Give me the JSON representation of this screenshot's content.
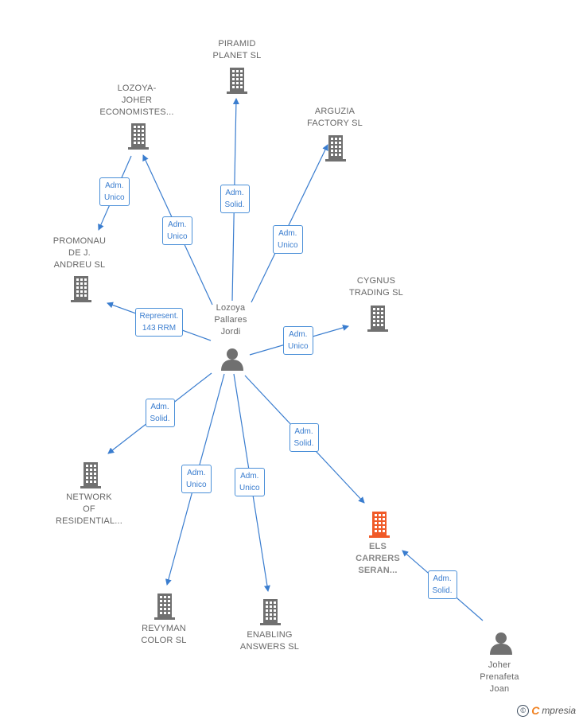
{
  "colors": {
    "edge": "#3a7dcf",
    "company": "#707070",
    "focus_company": "#f05a28",
    "person": "#707070"
  },
  "brand": {
    "copyright_symbol": "©",
    "logo_initial": "C",
    "logo_rest": "mpresia"
  },
  "nodes": [
    {
      "id": "piramid",
      "type": "company",
      "label": "PIRAMID\nPLANET SL",
      "icon": "building-icon"
    },
    {
      "id": "lozoya_joher",
      "type": "company",
      "label": "LOZOYA-\nJOHER\nECONOMISTES...",
      "icon": "building-icon"
    },
    {
      "id": "arguzia",
      "type": "company",
      "label": "ARGUZIA\nFACTORY SL",
      "icon": "building-icon"
    },
    {
      "id": "promonau",
      "type": "company",
      "label": "PROMONAU\nDE J.\nANDREU SL",
      "icon": "building-icon"
    },
    {
      "id": "cygnus",
      "type": "company",
      "label": "CYGNUS\nTRADING  SL",
      "icon": "building-icon"
    },
    {
      "id": "lozoya",
      "type": "person",
      "label": "Lozoya\nPallares\nJordi",
      "icon": "person-icon"
    },
    {
      "id": "network",
      "type": "company",
      "label": "NETWORK\nOF\nRESIDENTIAL...",
      "icon": "building-icon"
    },
    {
      "id": "els_carrers",
      "type": "focus",
      "label": "ELS\nCARRERS\nSERAN...",
      "icon": "building-icon"
    },
    {
      "id": "revyman",
      "type": "company",
      "label": "REVYMAN\nCOLOR  SL",
      "icon": "building-icon"
    },
    {
      "id": "enabling",
      "type": "company",
      "label": "ENABLING\nANSWERS  SL",
      "icon": "building-icon"
    },
    {
      "id": "joher",
      "type": "person",
      "label": "Joher\nPrenafeta\nJoan",
      "icon": "person-icon"
    }
  ],
  "edges": [
    {
      "from": "lozoya",
      "to": "piramid",
      "label": "Adm.\nSolid."
    },
    {
      "from": "lozoya",
      "to": "lozoya_joher",
      "label": "Adm.\nUnico"
    },
    {
      "from": "lozoya_joher",
      "to": "promonau",
      "label": "Adm.\nUnico"
    },
    {
      "from": "lozoya",
      "to": "arguzia",
      "label": "Adm.\nUnico"
    },
    {
      "from": "lozoya",
      "to": "promonau",
      "label": "Represent.\n143 RRM"
    },
    {
      "from": "lozoya",
      "to": "cygnus",
      "label": "Adm.\nUnico"
    },
    {
      "from": "lozoya",
      "to": "network",
      "label": "Adm.\nSolid."
    },
    {
      "from": "lozoya",
      "to": "els_carrers",
      "label": "Adm.\nSolid."
    },
    {
      "from": "lozoya",
      "to": "revyman",
      "label": "Adm.\nUnico"
    },
    {
      "from": "lozoya",
      "to": "enabling",
      "label": "Adm.\nUnico"
    },
    {
      "from": "joher",
      "to": "els_carrers",
      "label": "Adm.\nSolid."
    }
  ]
}
